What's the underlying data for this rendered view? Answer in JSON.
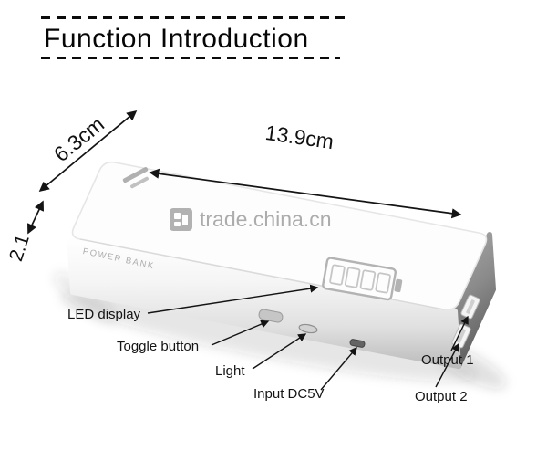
{
  "header": {
    "title": "Function Introduction"
  },
  "dimensions": {
    "length": "13.9cm",
    "width": "6.3cm",
    "thickness": "2.1"
  },
  "watermark": {
    "text": "trade.china.cn"
  },
  "device": {
    "front_label": "POWER BANK"
  },
  "callouts": {
    "led": "LED display",
    "toggle": "Toggle button",
    "light": "Light",
    "input": "Input DC5V",
    "out1": "Output 1",
    "out2": "Output 2"
  },
  "colors": {
    "annotation_text": "#141414",
    "watermark_gray": "#9e9e9e",
    "device_side_gray": "#7a7a7a",
    "device_top_white": "#fdfdfd"
  }
}
